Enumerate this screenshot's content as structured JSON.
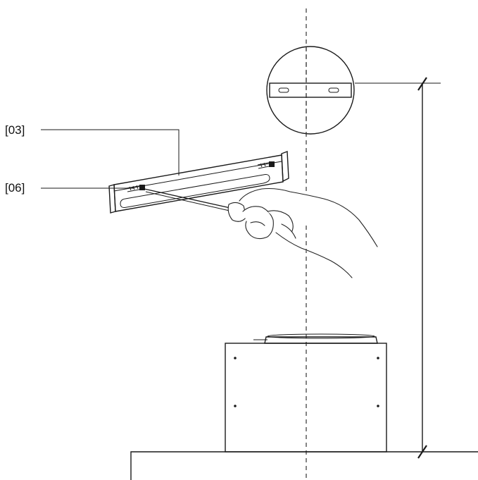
{
  "callouts": [
    {
      "id": "03",
      "text": "[03]"
    },
    {
      "id": "06",
      "text": "[06]"
    }
  ],
  "colors": {
    "line": "#1a1a1a",
    "background": "#ffffff"
  }
}
